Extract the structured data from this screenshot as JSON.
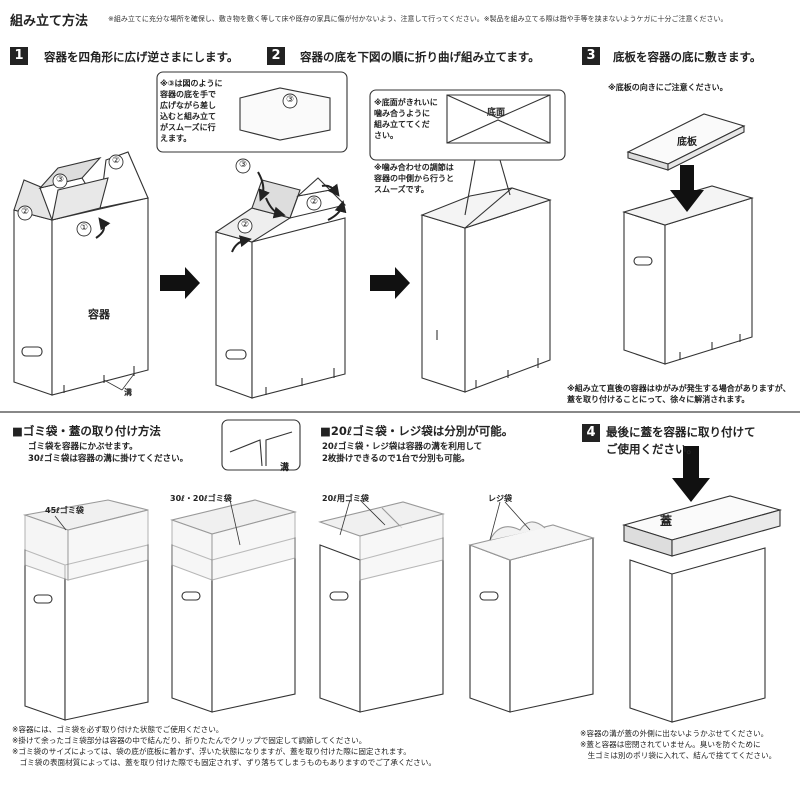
{
  "header": {
    "title": "組み立て方法",
    "note": "※組み立てに充分な場所を確保し、敷き物を敷く等して床や既存の家具に傷が付かないよう、注意して行ってください。※製品を組み立てる際は指や手等を挟まないようケガに十分ご注意ください。"
  },
  "steps": [
    {
      "num": "1",
      "text": "容器を四角形に広げ逆さまにします。"
    },
    {
      "num": "2",
      "text": "容器の底を下図の順に折り曲げ組み立てます。"
    },
    {
      "num": "3",
      "text": "底板を容器の底に敷きます。"
    },
    {
      "num": "4",
      "text": "最後に蓋を容器に取り付けて\nご使用ください。"
    }
  ],
  "step1": {
    "flap1": "①",
    "flap2a": "②",
    "flap2b": "②",
    "flap3": "③",
    "box_label": "容器",
    "groove_label": "溝"
  },
  "step2": {
    "callout": "※③は図のように\n容器の底を手で\n広げながら差し\n込むと組み立て\nがスムーズに行\nえます。",
    "callout_num": "③",
    "flap3": "③",
    "flap2a": "②",
    "flap2b": "②"
  },
  "step2b": {
    "callout": "※底面がきれいに\n噛み合うように\n組み立ててくだ\nさい。",
    "bottom_label": "底面",
    "adjust_note": "※噛み合わせの調節は\n容器の中側から行うと\nスムーズです。"
  },
  "step3": {
    "orientation_note": "※底板の向きにご注意ください。",
    "board_label": "底板",
    "warp_note": "※組み立て直後の容器はゆがみが発生する場合がありますが、\n蓋を取り付けることにって、徐々に解消されます。"
  },
  "bag_section": {
    "title": "■ゴミ袋・蓋の取り付け方法",
    "desc": "ゴミ袋を容器にかぶせます。\n30ℓゴミ袋は容器の溝に掛けてください。",
    "groove_callout": "溝",
    "label_45": "45ℓゴミ袋",
    "label_30_20": "30ℓ・20ℓゴミ袋"
  },
  "split_section": {
    "title": "■20ℓゴミ袋・レジ袋は分別が可能。",
    "desc": "20ℓゴミ袋・レジ袋は容器の溝を利用して\n2枚掛けできるので1台で分別も可能。",
    "label_20": "20ℓ用ゴミ袋",
    "label_reji": "レジ袋"
  },
  "step4": {
    "lid_label": "蓋"
  },
  "footer": {
    "notes_left": [
      "※容器には、ゴミ袋を必ず取り付けた状態でご使用ください。",
      "※掛けて余ったゴミ袋部分は容器の中で結んだり、折りたたんでクリップで固定して調節してください。",
      "※ゴミ袋のサイズによっては、袋の底が底板に着かず、浮いた状態になりますが、蓋を取り付けた際に固定されます。",
      "　ゴミ袋の表面材質によっては、蓋を取り付けた際でも固定されず、ずり落ちてしまうものもありますのでご了承ください。"
    ],
    "notes_right": [
      "※容器の溝が蓋の外側に出ないようかぶせてください。",
      "※蓋と容器は密閉されていません。臭いを防ぐために",
      "　生ゴミは別のポリ袋に入れて、結んで捨ててください。"
    ]
  }
}
